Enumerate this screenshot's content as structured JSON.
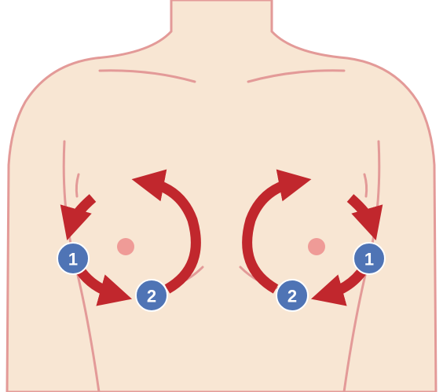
{
  "diagram": {
    "colors": {
      "skin": "#F8E6D3",
      "outline": "#E39A98",
      "arrow": "#C1272D",
      "nipple": "#EF9B97",
      "badge_fill": "#4F74B5",
      "badge_stroke": "#FFFFFF",
      "badge_text": "#FFFFFF"
    },
    "steps": {
      "left": {
        "step1": "1",
        "step2": "2"
      },
      "right": {
        "step1": "1",
        "step2": "2"
      }
    }
  }
}
